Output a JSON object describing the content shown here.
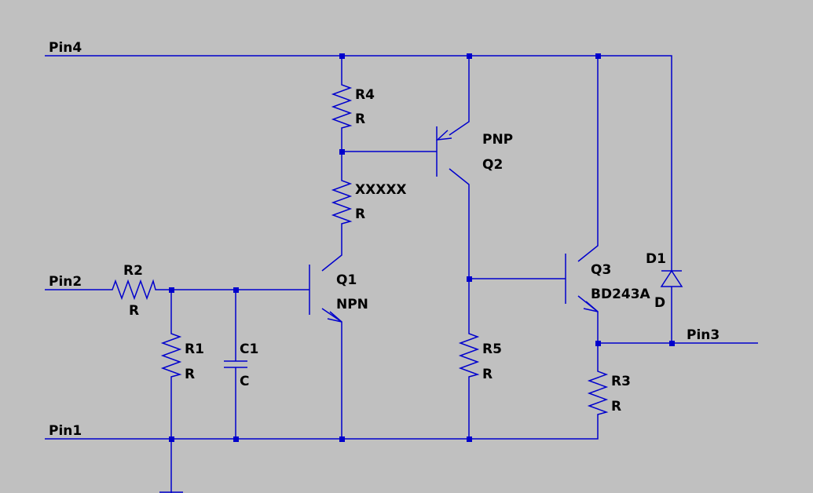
{
  "nets": {
    "pin4": "Pin4",
    "pin2": "Pin2",
    "pin1": "Pin1",
    "pin3": "Pin3"
  },
  "components": {
    "r4": {
      "name": "R4",
      "value": "R"
    },
    "r_xxxxx": {
      "name": "XXXXX",
      "value": "R"
    },
    "r2": {
      "name": "R2",
      "value": "R"
    },
    "r1": {
      "name": "R1",
      "value": "R"
    },
    "c1": {
      "name": "C1",
      "value": "C"
    },
    "q1": {
      "name": "Q1",
      "value": "NPN"
    },
    "q2": {
      "name": "Q2",
      "value": "PNP"
    },
    "r5": {
      "name": "R5",
      "value": "R"
    },
    "q3": {
      "name": "Q3",
      "value": "BD243A"
    },
    "d1": {
      "name": "D1",
      "value": "D"
    },
    "r3": {
      "name": "R3",
      "value": "R"
    }
  },
  "colors": {
    "background": "#c0c0c0",
    "wire": "#0000cc",
    "text": "#000000"
  }
}
